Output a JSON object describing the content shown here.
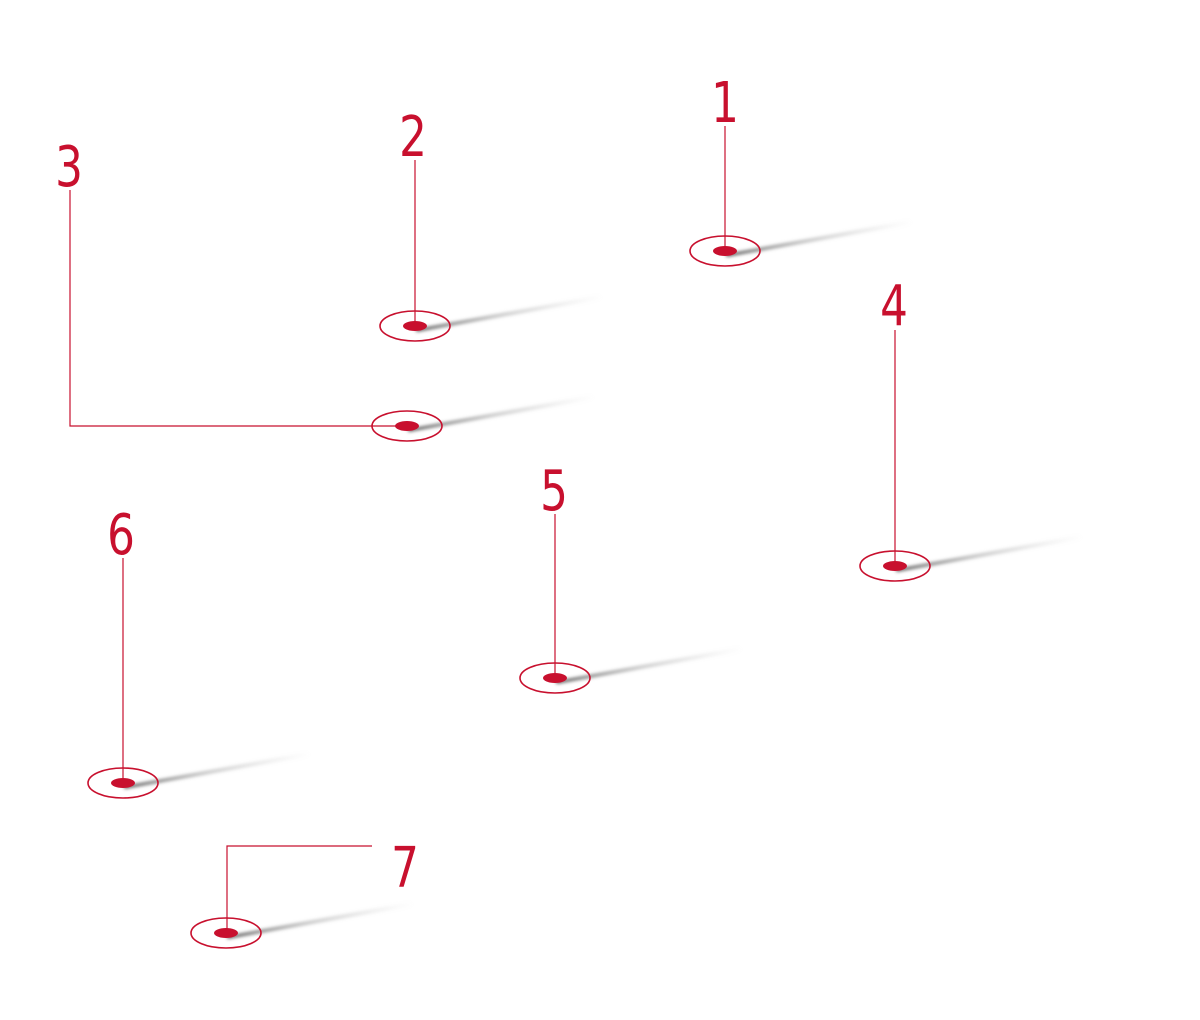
{
  "colors": {
    "accent": "#c8102e",
    "background": "#ffffff",
    "shadow": "#555555"
  },
  "markers": [
    {
      "number": "1"
    },
    {
      "number": "2"
    },
    {
      "number": "3"
    },
    {
      "number": "4"
    },
    {
      "number": "5"
    },
    {
      "number": "6"
    },
    {
      "number": "7"
    }
  ]
}
